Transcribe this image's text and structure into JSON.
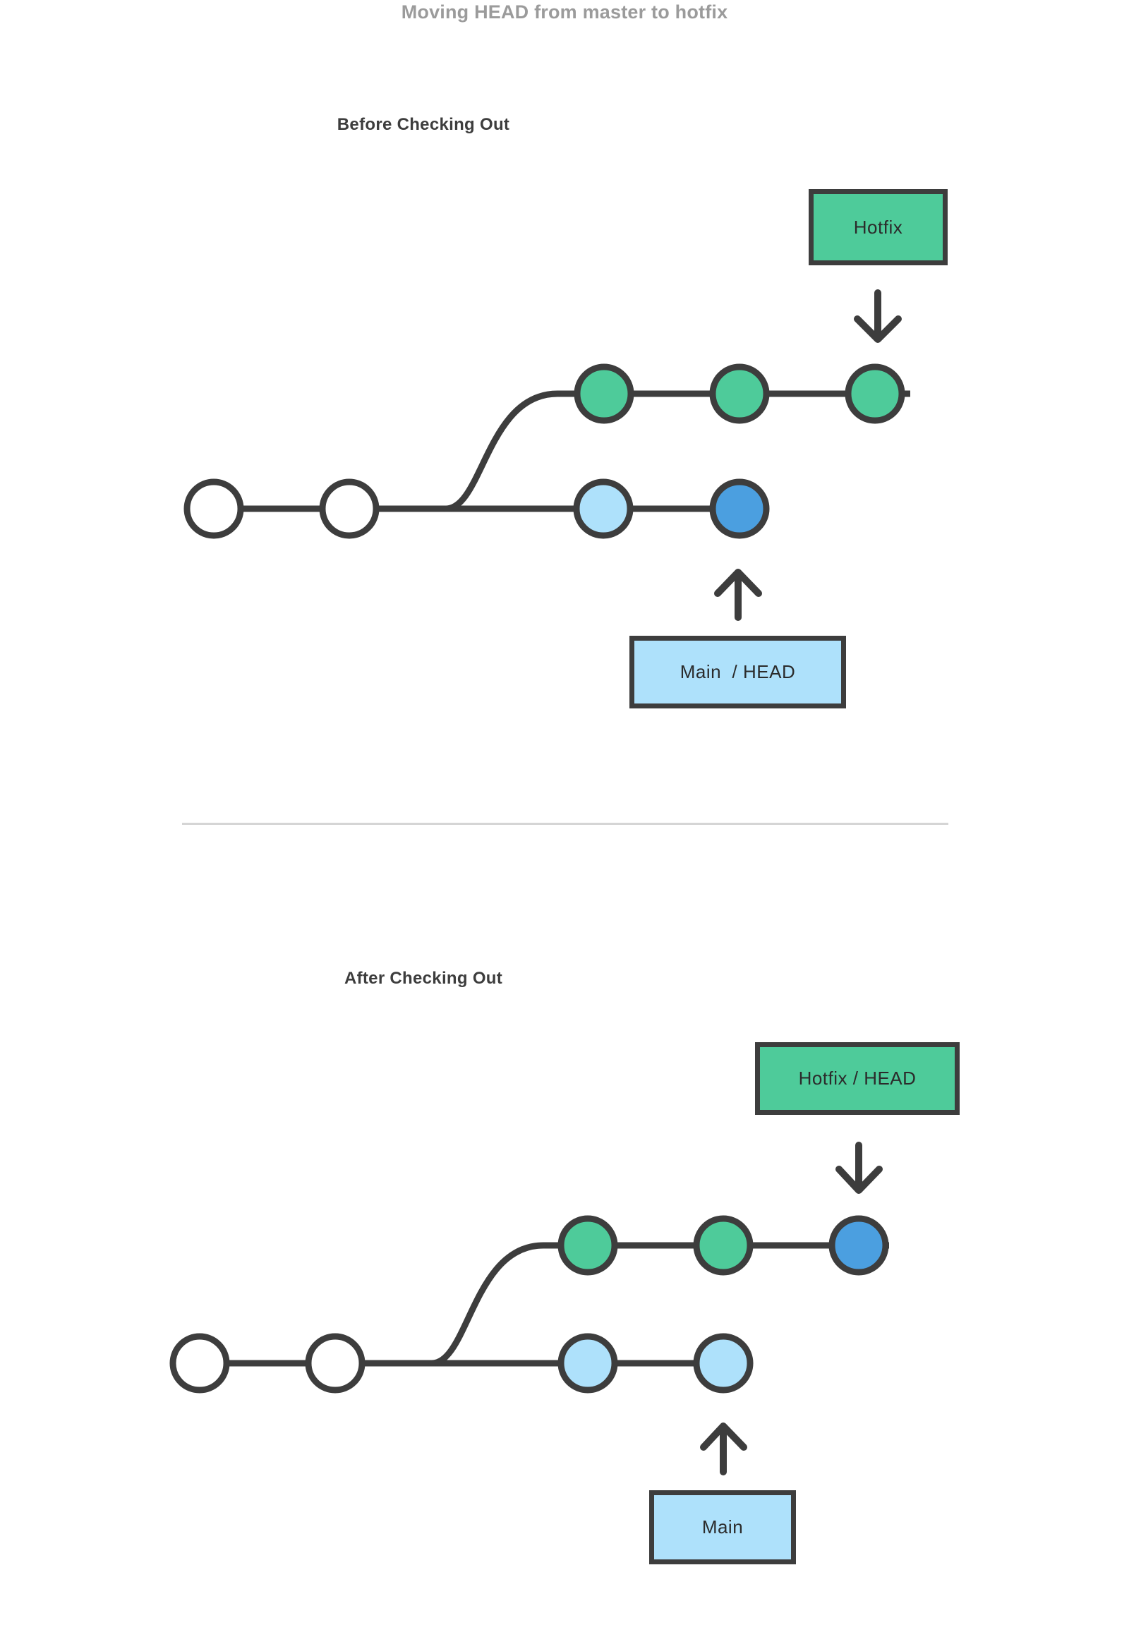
{
  "title": "Moving HEAD from master to hotfix",
  "colors": {
    "stroke": "#3d3d3d",
    "green": "#4ecb9a",
    "light_blue": "#aee1fb",
    "blue": "#4b9fe0",
    "white": "#ffffff",
    "title_gray": "#9b9b9b",
    "divider_gray": "#d5d5d5"
  },
  "sections": [
    {
      "id": "before",
      "heading": "Before Checking Out",
      "label_boxes": [
        {
          "name": "hotfix",
          "text": "Hotfix",
          "fill": "green"
        },
        {
          "name": "main-head",
          "text": "Main  / HEAD",
          "fill": "light_blue"
        }
      ],
      "branches": [
        {
          "name": "hotfix-branch",
          "commits": [
            {
              "index": 1,
              "fill": "green"
            },
            {
              "index": 2,
              "fill": "green"
            },
            {
              "index": 3,
              "fill": "green"
            }
          ]
        },
        {
          "name": "main-branch",
          "commits": [
            {
              "index": 1,
              "fill": "white"
            },
            {
              "index": 2,
              "fill": "white"
            },
            {
              "index": 3,
              "fill": "light_blue"
            },
            {
              "index": 4,
              "fill": "blue",
              "head": true
            }
          ]
        }
      ],
      "arrows": [
        {
          "name": "hotfix-down-arrow",
          "direction": "down"
        },
        {
          "name": "main-head-up-arrow",
          "direction": "up"
        }
      ]
    },
    {
      "id": "after",
      "heading": "After Checking Out",
      "label_boxes": [
        {
          "name": "hotfix-head",
          "text": "Hotfix / HEAD",
          "fill": "green"
        },
        {
          "name": "main",
          "text": "Main",
          "fill": "light_blue"
        }
      ],
      "branches": [
        {
          "name": "hotfix-branch",
          "commits": [
            {
              "index": 1,
              "fill": "green"
            },
            {
              "index": 2,
              "fill": "green"
            },
            {
              "index": 3,
              "fill": "blue",
              "head": true
            }
          ]
        },
        {
          "name": "main-branch",
          "commits": [
            {
              "index": 1,
              "fill": "white"
            },
            {
              "index": 2,
              "fill": "white"
            },
            {
              "index": 3,
              "fill": "light_blue"
            },
            {
              "index": 4,
              "fill": "light_blue"
            }
          ]
        }
      ],
      "arrows": [
        {
          "name": "hotfix-head-down-arrow",
          "direction": "down"
        },
        {
          "name": "main-up-arrow",
          "direction": "up"
        }
      ]
    }
  ]
}
